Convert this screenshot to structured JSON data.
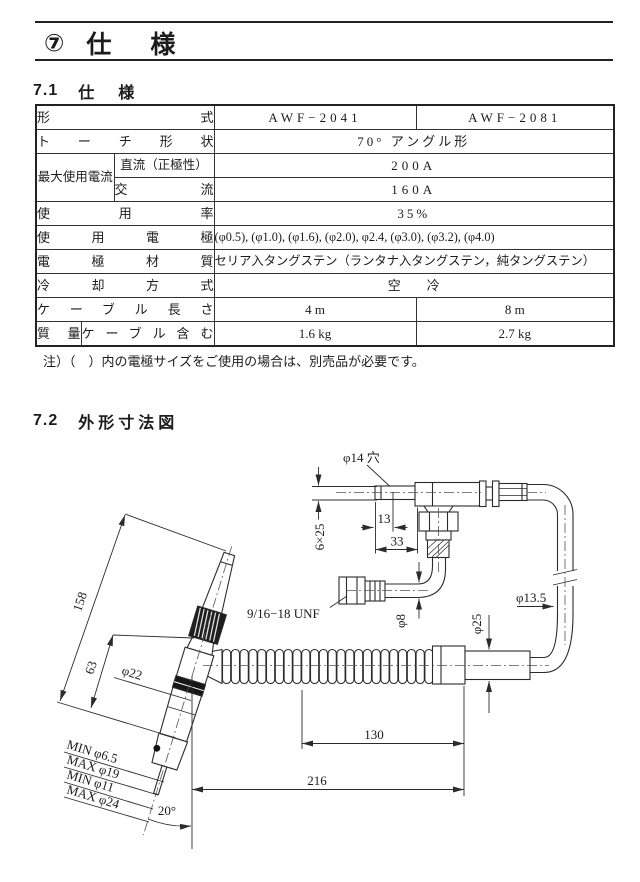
{
  "header": {
    "number": "⑦",
    "title": "仕　様"
  },
  "section1": {
    "number": "7.1",
    "title": "仕　様"
  },
  "section2": {
    "number": "7.2",
    "title": "外形寸法図"
  },
  "spec_table": {
    "model": {
      "label": "形式",
      "v1": "AWF−2041",
      "v2": "AWF−2081"
    },
    "shape": {
      "label": "トーチ形状",
      "value": "70° アングル形"
    },
    "current": {
      "label": "最大使用電流",
      "dc_label": "直流（正極性）",
      "dc_value": "200A",
      "ac_label": "交流",
      "ac_value": "160A"
    },
    "duty": {
      "label": "使用率",
      "value": "35%"
    },
    "electrode": {
      "label": "使用電極",
      "value": "(φ0.5), (φ1.0), (φ1.6), (φ2.0), φ2.4, (φ3.0), (φ3.2), (φ4.0)"
    },
    "material": {
      "label": "電極材質",
      "value": "セリア入タングステン（ランタナ入タングステン，純タングステン）"
    },
    "cooling": {
      "label": "冷却方式",
      "value": "空　　冷"
    },
    "cable": {
      "label": "ケーブル長さ",
      "v1": "4 m",
      "v2": "8 m"
    },
    "mass": {
      "label": "質量",
      "sub_label": "ケーブル含む",
      "v1": "1.6 kg",
      "v2": "2.7 kg"
    }
  },
  "note": "注）（　）内の電極サイズをご使用の場合は、別売品が必要です。",
  "drawing": {
    "labels": {
      "phi14_hole": "φ14 穴",
      "dim_6x25": "6×25",
      "dim_13": "13",
      "dim_33": "33",
      "thread_unf": "9/16−18 UNF",
      "phi8": "φ8",
      "phi25": "φ25",
      "phi13_5": "φ13.5",
      "dim_130": "130",
      "dim_216": "216",
      "dim_158": "158",
      "dim_63": "63",
      "phi22": "φ22",
      "min_phi65": "MIN  φ6.5",
      "max_phi19": "MAX  φ19",
      "min_phi11": "MIN  φ11",
      "max_phi24": "MAX  φ24",
      "angle_20": "20°"
    }
  }
}
